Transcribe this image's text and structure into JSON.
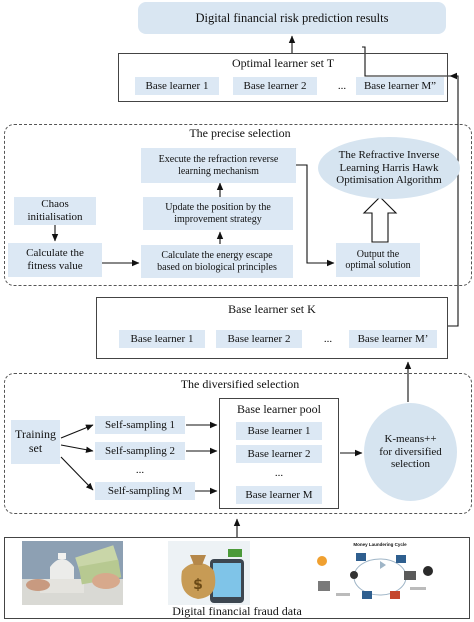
{
  "result_box": "Digital financial risk prediction results",
  "optimal_set": {
    "title": "Optimal learner set T",
    "learner_1": "Base learner 1",
    "learner_2": "Base learner 2",
    "ellipsis": "...",
    "learner_m": "Base learner M”"
  },
  "precise_selection": {
    "title": "The precise selection",
    "chaos": "Chaos\ninitialisation",
    "fitness": "Calculate the\nfitness value",
    "energy": "Calculate the energy escape\nbased on biological principles",
    "update": "Update the position by the\nimprovement strategy",
    "refraction": "Execute the refraction reverse\nlearning mechanism",
    "algorithm": "The Refractive Inverse\nLearning Harris Hawk\nOptimisation Algorithm",
    "output": "Output the\noptimal solution"
  },
  "set_k": {
    "title": "Base learner set K",
    "learner_1": "Base learner 1",
    "learner_2": "Base learner 2",
    "ellipsis": "...",
    "learner_m": "Base learner M’"
  },
  "diversified_selection": {
    "title": "The diversified selection",
    "training": "Training\nset",
    "sampling_1": "Self-sampling 1",
    "sampling_2": "Self-sampling 2",
    "sampling_ellipsis": "...",
    "sampling_m": "Self-sampling M",
    "pool_title": "Base learner pool",
    "pool_1": "Base learner 1",
    "pool_2": "Base learner 2",
    "pool_ellipsis": "...",
    "pool_m": "Base learner M",
    "kmeans": "K-means++\nfor diversified\nselection"
  },
  "fraud_data": {
    "caption": "Digital financial fraud data",
    "images": [
      "capitol-money-photo",
      "money-bag-phone-photo",
      "money-laundering-cycle-chart"
    ],
    "cycle_title": "Money Laundering Cycle"
  }
}
